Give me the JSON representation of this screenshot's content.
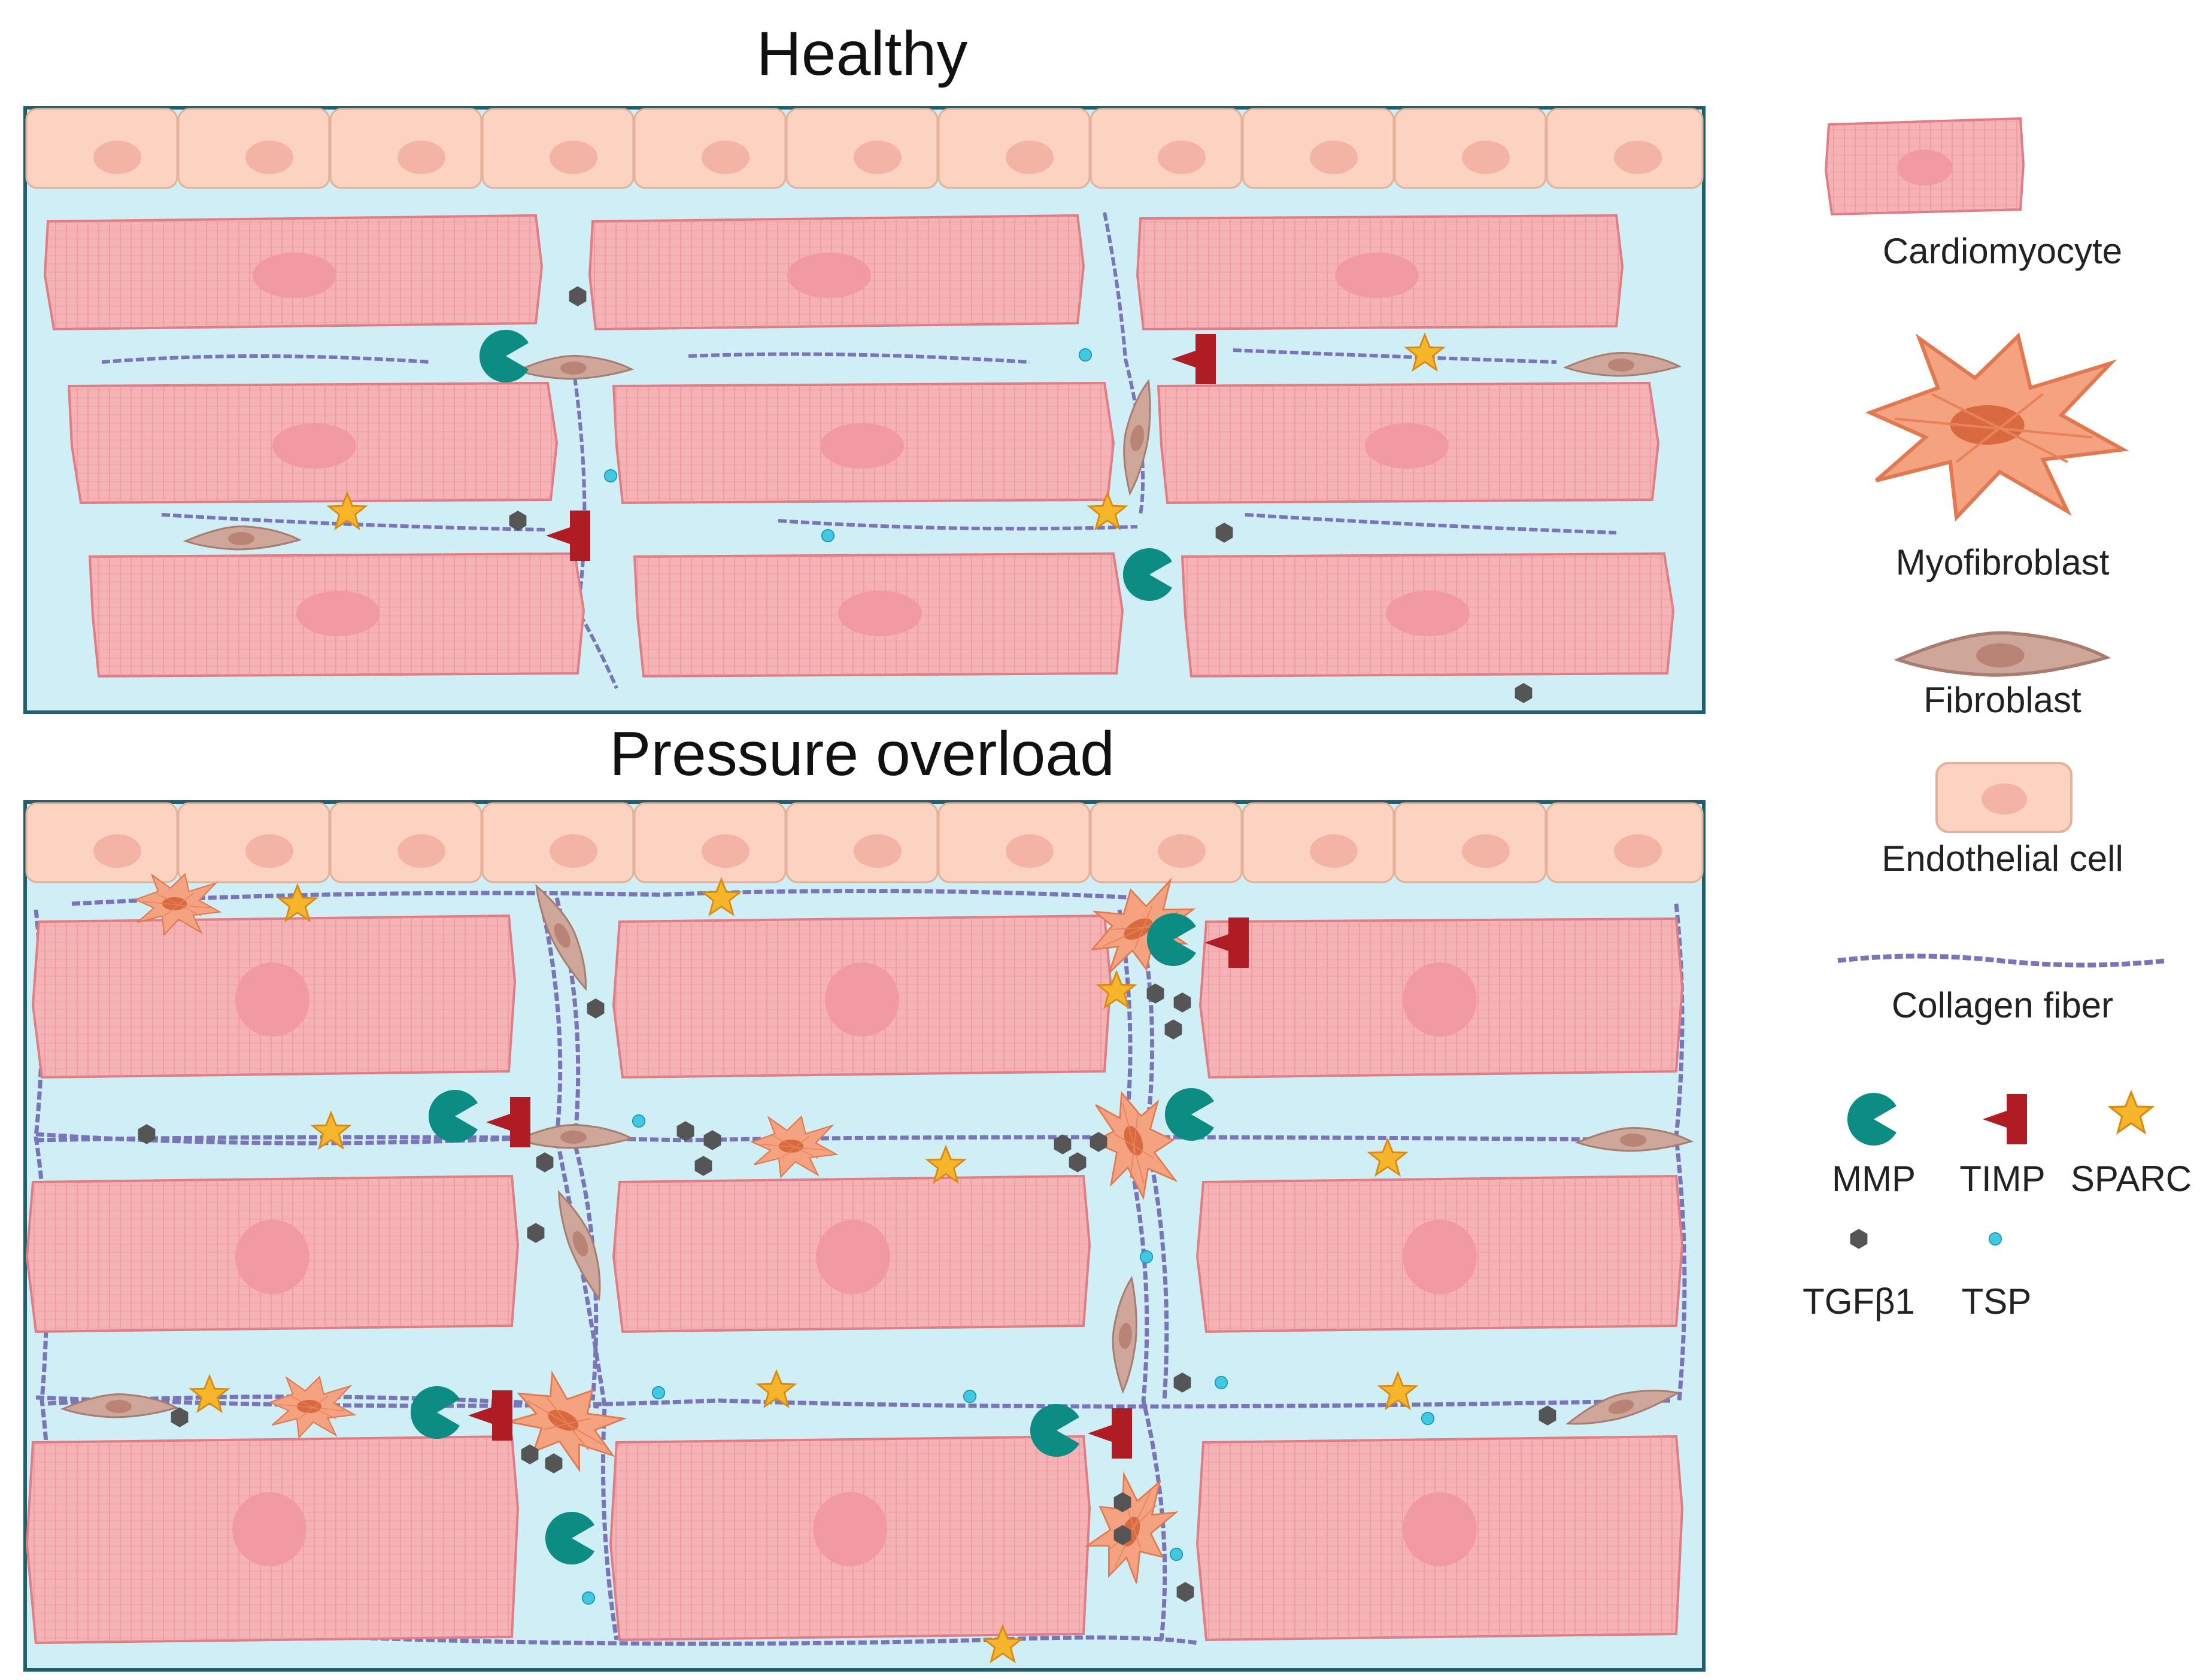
{
  "figure": {
    "panels": [
      {
        "id": "healthy",
        "title": "Healthy"
      },
      {
        "id": "pressure-overload",
        "title": "Pressure overload"
      }
    ],
    "legend": {
      "cardiomyocyte": "Cardiomyocyte",
      "myofibroblast": "Myofibroblast",
      "fibroblast": "Fibroblast",
      "endothelial_cell": "Endothelial cell",
      "collagen_fiber": "Collagen fiber",
      "mmp": "MMP",
      "timp": "TIMP",
      "sparc": "SPARC",
      "tgfb1": "TGFβ1",
      "tsp": "TSP"
    }
  },
  "colors": {
    "interstitium": "#cfeef5",
    "panel_border": "#1f5f6e",
    "cardiomyocyte": "#f6b3b6",
    "cardiomyocyte_edge": "#e07d84",
    "nucleus": "#f19aa3",
    "endothelial": "#fbd3c0",
    "endothelial_edge": "#e3b09a",
    "endothelial_nucleus": "#f3b4a6",
    "collagen": "#7a74b8",
    "fibroblast": "#cfa69a",
    "fibroblast_nucleus": "#b98376",
    "myofibroblast": "#f4a27f",
    "myofibroblast_nucleus": "#d9693f",
    "mmp": "#0d8c83",
    "timp": "#b01c24",
    "sparc": "#f7b52c",
    "tgfb1": "#555555",
    "tsp": "#43c8e2"
  },
  "icons": [
    "cardiomyocyte-icon",
    "myofibroblast-icon",
    "fibroblast-icon",
    "endothelial-cell-icon",
    "collagen-fiber-icon",
    "mmp-icon",
    "timp-icon",
    "sparc-star-icon",
    "tgfb1-hexagon-icon",
    "tsp-dot-icon"
  ]
}
